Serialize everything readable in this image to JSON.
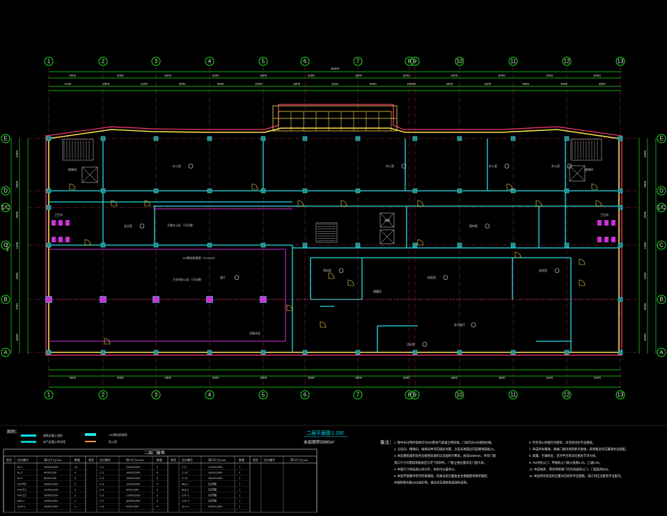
{
  "drawing": {
    "title": "二层平面图",
    "scale": "1:150",
    "area_label": "本层面积",
    "area_value": "3990m²",
    "overall_dim_top": "45650",
    "overall_dim_left": "20100"
  },
  "axes": {
    "columns": [
      "1",
      "2",
      "3",
      "4",
      "5",
      "6",
      "7",
      "8",
      "9",
      "10",
      "11",
      "12",
      "13"
    ],
    "rows": [
      "E",
      "D",
      "1/C",
      "C",
      "B",
      "A"
    ]
  },
  "dims": {
    "top_row1": [
      "5000",
      "4000",
      "5000",
      "4000",
      "5000",
      "4000",
      "6000",
      "5000",
      "4000",
      "5000",
      "4000",
      "5000"
    ],
    "top_row2": [
      "2100",
      "2900",
      "2200",
      "2800",
      "2800",
      "2200",
      "2800",
      "2200",
      "3500",
      "16500",
      "4500",
      "1500",
      "3500",
      "4000",
      "3500"
    ],
    "bottom_row1": [
      "4800",
      "4800",
      "4800",
      "4800",
      "4800",
      "4800",
      "6900",
      "4800",
      "4800",
      "4800",
      "3400",
      "2500"
    ],
    "left": [
      "2000",
      "3000",
      "3000",
      "1600",
      "2000",
      "7000",
      "6600"
    ],
    "right": [
      "2000",
      "3000",
      "3000",
      "1800",
      "2200",
      "6600",
      "6600"
    ]
  },
  "rooms": {
    "labels": [
      "办公室",
      "办公室",
      "办公室",
      "办公室",
      "会议室",
      "接待室",
      "资料室",
      "档案室",
      "展厅",
      "多功能厅",
      "活动室",
      "阅览室",
      "储藏室",
      "卫生间",
      "卫生间",
      "楼梯间",
      "楼梯间",
      "电梯"
    ],
    "notes": [
      "大空间办公区（可分隔）",
      "开敞办公区（可分隔）",
      "100厚轻质隔墙（H=2400）",
      "设备夹层"
    ]
  },
  "legend": {
    "heading": "图例：",
    "items": [
      {
        "label": "钢筋混凝土墙柱",
        "color": "#00e5ff"
      },
      {
        "label": "加气混凝土砌块墙",
        "color": "#00c8c8"
      },
      {
        "label": "100厚轻质隔墙",
        "color": "#26e6e6"
      },
      {
        "label": "防火墙",
        "color": "#ff9a3c"
      }
    ]
  },
  "door_table": {
    "title": "二层门窗表",
    "headers": [
      "类型",
      "设计编号",
      "洞口尺寸(mm)",
      "数量"
    ],
    "col1": [
      [
        "M-1",
        "1000X2100",
        "16"
      ],
      [
        "M-2",
        "900X2100",
        "4"
      ],
      [
        "M-3",
        "800X2100",
        "6"
      ],
      [
        "FM-甲1",
        "1500X2100",
        "2"
      ],
      [
        "FM-乙1",
        "1200X2100",
        "2"
      ],
      [
        "FM-乙2",
        "1000X2100",
        "1"
      ],
      [
        "MM-1",
        "1500X2400",
        "1"
      ],
      [
        "JLM-1",
        "3000X2400",
        "1"
      ]
    ],
    "col2": [
      [
        "C-1",
        "2400X2200",
        "2"
      ],
      [
        "C-2",
        "1800X2200",
        "8"
      ],
      [
        "C-3",
        "1500X2200",
        "6"
      ],
      [
        "C-4",
        "1200X2200",
        "4"
      ],
      [
        "C-5",
        "900X2200",
        "2"
      ],
      [
        "C-6",
        "2100X2200",
        "3"
      ],
      [
        "C-7",
        "3000X2200",
        "2"
      ],
      [
        "C-8",
        "600X1500",
        "4"
      ]
    ],
    "col3": [
      [
        "C-9",
        "2700X2200",
        "1"
      ],
      [
        "C-10",
        "1600X1500",
        "2"
      ],
      [
        "C-11",
        "3600X2200",
        "1"
      ],
      [
        "MQ-1",
        "见详图",
        "1"
      ],
      [
        "MQ-2",
        "见详图",
        "1"
      ],
      [
        "ZJC-1",
        "见详图",
        "1"
      ],
      [
        "ZJC-2",
        "见详图",
        "1"
      ],
      [
        "JLC-1",
        "2000X1500",
        "1"
      ]
    ],
    "col4_headers": [
      "类型",
      "设计编号",
      "洞口尺寸(mm)"
    ]
  },
  "notes": {
    "heading": "备注：",
    "lines": [
      "1. 图中未注明的墙体均为200厚加气混凝土砌块墙，门垛均为100或贴柱做。",
      "2. 卫生间、楼梯间、电梯间等详见相应详图，卫生间地面比同层楼地面低20。",
      "3. 本层建筑面积及各功能用房面积详见面积计算表，层高4200mm，所有门窗",
      "   洞口尺寸均需现场复核后方可下料制作，门窗立樘位置详见门窗大样。",
      "4. 本图尺寸除标高以米计外，其余均以毫米计。",
      "5. 本层平面图中所示轻质隔墙，其做法及位置由业主根据使用要求确定。",
      "   内墙阳角均做1800高护角，做法详见建筑构造用料说明。",
      "6. 所有消火栓箱均为暗装，详见给排水专业图纸。",
      "7. 本层所有幕墙、玻璃门窗均采用安全玻璃，具体做法详见幕墙专业图纸。",
      "8. 雨篷、空调机位、室外平台等详见相关节点大样。",
      "9. FM为防火门，甲级防火门耐火极限1.2h，乙级0.9h。",
      "10. 本层电井、管井等检修门均为丙级防火门，门底距地300。",
      "11. 本层所有构造柱位置详见结构专业图纸，施工时应注意各专业配合。"
    ]
  }
}
